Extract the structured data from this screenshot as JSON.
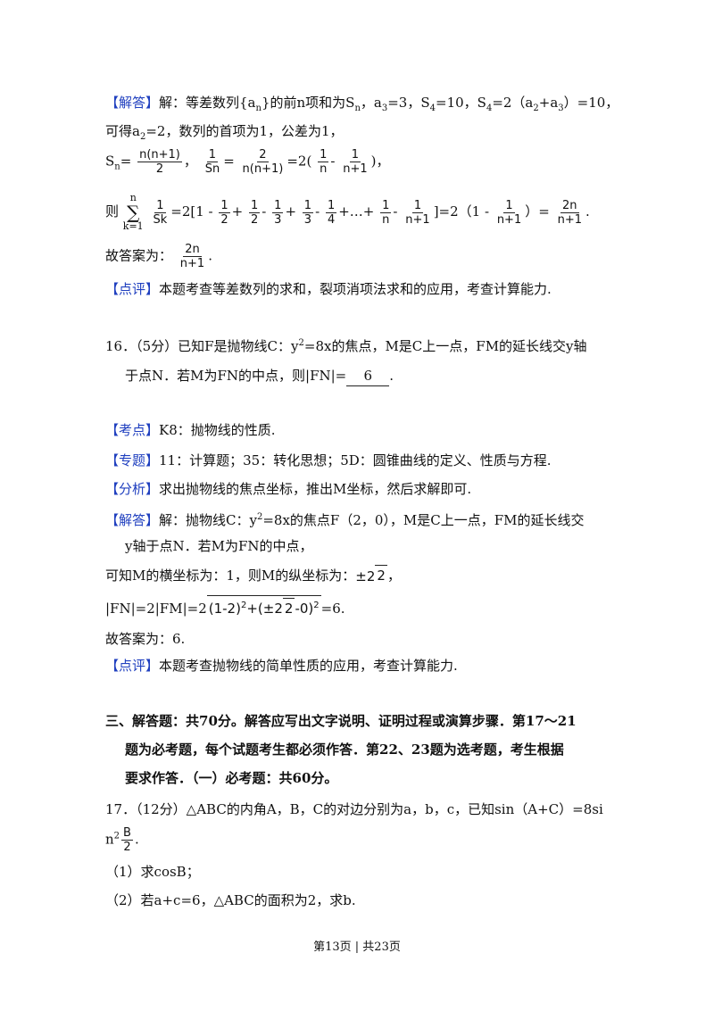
{
  "ans15": {
    "tag": "【解答】",
    "l1": "解：等差数列{a",
    "l1_sub": "n",
    "l1_b": "}的前n项和为S",
    "l1_sub2": "n",
    "l1_c": "，a",
    "l1_sub3": "3",
    "l1_d": "=3，S",
    "l1_sub4": "4",
    "l1_e": "=10，S",
    "l1_sub5": "4",
    "l1_f": "=2（a",
    "l1_sub6": "2",
    "l1_g": "+a",
    "l1_sub7": "3",
    "l1_h": "）=10，",
    "l2": "可得a",
    "l2_sub": "2",
    "l2_b": "=2，数列的首项为1，公差为1，",
    "l3_sn": "S",
    "l3_sub": "n",
    "l3_eq": "=",
    "l3_f1n": "n(n+1)",
    "l3_f1d": "2",
    "l3_comma": "，",
    "l3_f2n": "1",
    "l3_f2d": "Sn",
    "l3_eq2": "=",
    "l3_f3n": "2",
    "l3_f3d": "n(n+1)",
    "l3_eq3": "=2(",
    "l3_f4n": "1",
    "l3_f4d": "n",
    "l3_minus": "-",
    "l3_f5n": "1",
    "l3_f5d": "n+1",
    "l3_end": ")，",
    "l4_then": "则",
    "l4_sum_top": "n",
    "l4_sum_sig": "∑",
    "l4_sum_bot": "k=1",
    "l4_f1n": "1",
    "l4_f1d": "Sk",
    "l4_mid": "=2[1 - ",
    "l4_f2n": "1",
    "l4_f2d": "2",
    "l4_p1": "+",
    "l4_f3n": "1",
    "l4_f3d": "2",
    "l4_m1": "-",
    "l4_f4n": "1",
    "l4_f4d": "3",
    "l4_p2": "+",
    "l4_f5n": "1",
    "l4_f5d": "3",
    "l4_m2": "-",
    "l4_f6n": "1",
    "l4_f6d": "4",
    "l4_dots": "+…+",
    "l4_f7n": "1",
    "l4_f7d": "n",
    "l4_m3": "-",
    "l4_f8n": "1",
    "l4_f8d": "n+1",
    "l4_end1": "]=2（1 - ",
    "l4_f9n": "1",
    "l4_f9d": "n+1",
    "l4_end2": "）=",
    "l4_f10n": "2n",
    "l4_f10d": "n+1",
    "l4_dot": ".",
    "l5": "故答案为：",
    "l5_fn": "2n",
    "l5_fd": "n+1",
    "l5_dot": ".",
    "comment_tag": "【点评】",
    "comment": "本题考查等差数列的求和，裂项消项法求和的应用，考查计算能力."
  },
  "q16": {
    "l1_a": "16．（5分）已知F是抛物线C：y",
    "l1_sup": "2",
    "l1_b": "=8x的焦点，M是C上一点，FM的延长线交y轴",
    "l2_a": "于点N．若M为FN的中点，则|FN|=",
    "blank": "6",
    "l2_b": "."
  },
  "ans16": {
    "kd_tag": "【考点】",
    "kd": "K8：抛物线的性质.",
    "zt_tag": "【专题】",
    "zt": "11：计算题；35：转化思想；5D：圆锥曲线的定义、性质与方程.",
    "fx_tag": "【分析】",
    "fx": "求出抛物线的焦点坐标，推出M坐标，然后求解即可.",
    "jd_tag": "【解答】",
    "jd1_a": "解：抛物线C：y",
    "jd1_sup": "2",
    "jd1_b": "=8x的焦点F（2，0），M是C上一点，FM的延长线交",
    "jd2": "y轴于点N．若M为FN的中点，",
    "jd3_a": "可知M的横坐标为：1，则M的纵坐标为：",
    "jd3_b": "±2",
    "jd3_sq": "2",
    "jd3_c": "，",
    "jd4_a": "|FN|=2|FM|=2",
    "jd4_sq_a": "(1-2)",
    "jd4_sup1": "2",
    "jd4_sq_b": "+(±2",
    "jd4_sq_in": "2",
    "jd4_sq_c": "-0)",
    "jd4_sup2": "2",
    "jd4_b": "=6.",
    "jd5": "故答案为：6.",
    "dp_tag": "【点评】",
    "dp": "本题考查抛物线的简单性质的应用，考查计算能力."
  },
  "sec3": {
    "l1": "三、解答题：共70分。解答应写出文字说明、证明过程或演算步骤．第17～21",
    "l2": "题为必考题，每个试题考生都必须作答．第22、23题为选考题，考生根据",
    "l3": "要求作答．（一）必考题：共60分。"
  },
  "q17": {
    "l1": "17．（12分）△ABC的内角A，B，C的对边分别为a，b，c，已知sin（A+C）=8si",
    "l2_a": "n",
    "l2_sup": "2",
    "l2_fn": "B",
    "l2_fd": "2",
    "l2_dot": ".",
    "p1": "（1）求cosB；",
    "p2": "（2）若a+c=6，△ABC的面积为2，求b."
  },
  "footer": "第13页 | 共23页",
  "colors": {
    "tag": "#1f3fbf",
    "text": "#111111"
  }
}
